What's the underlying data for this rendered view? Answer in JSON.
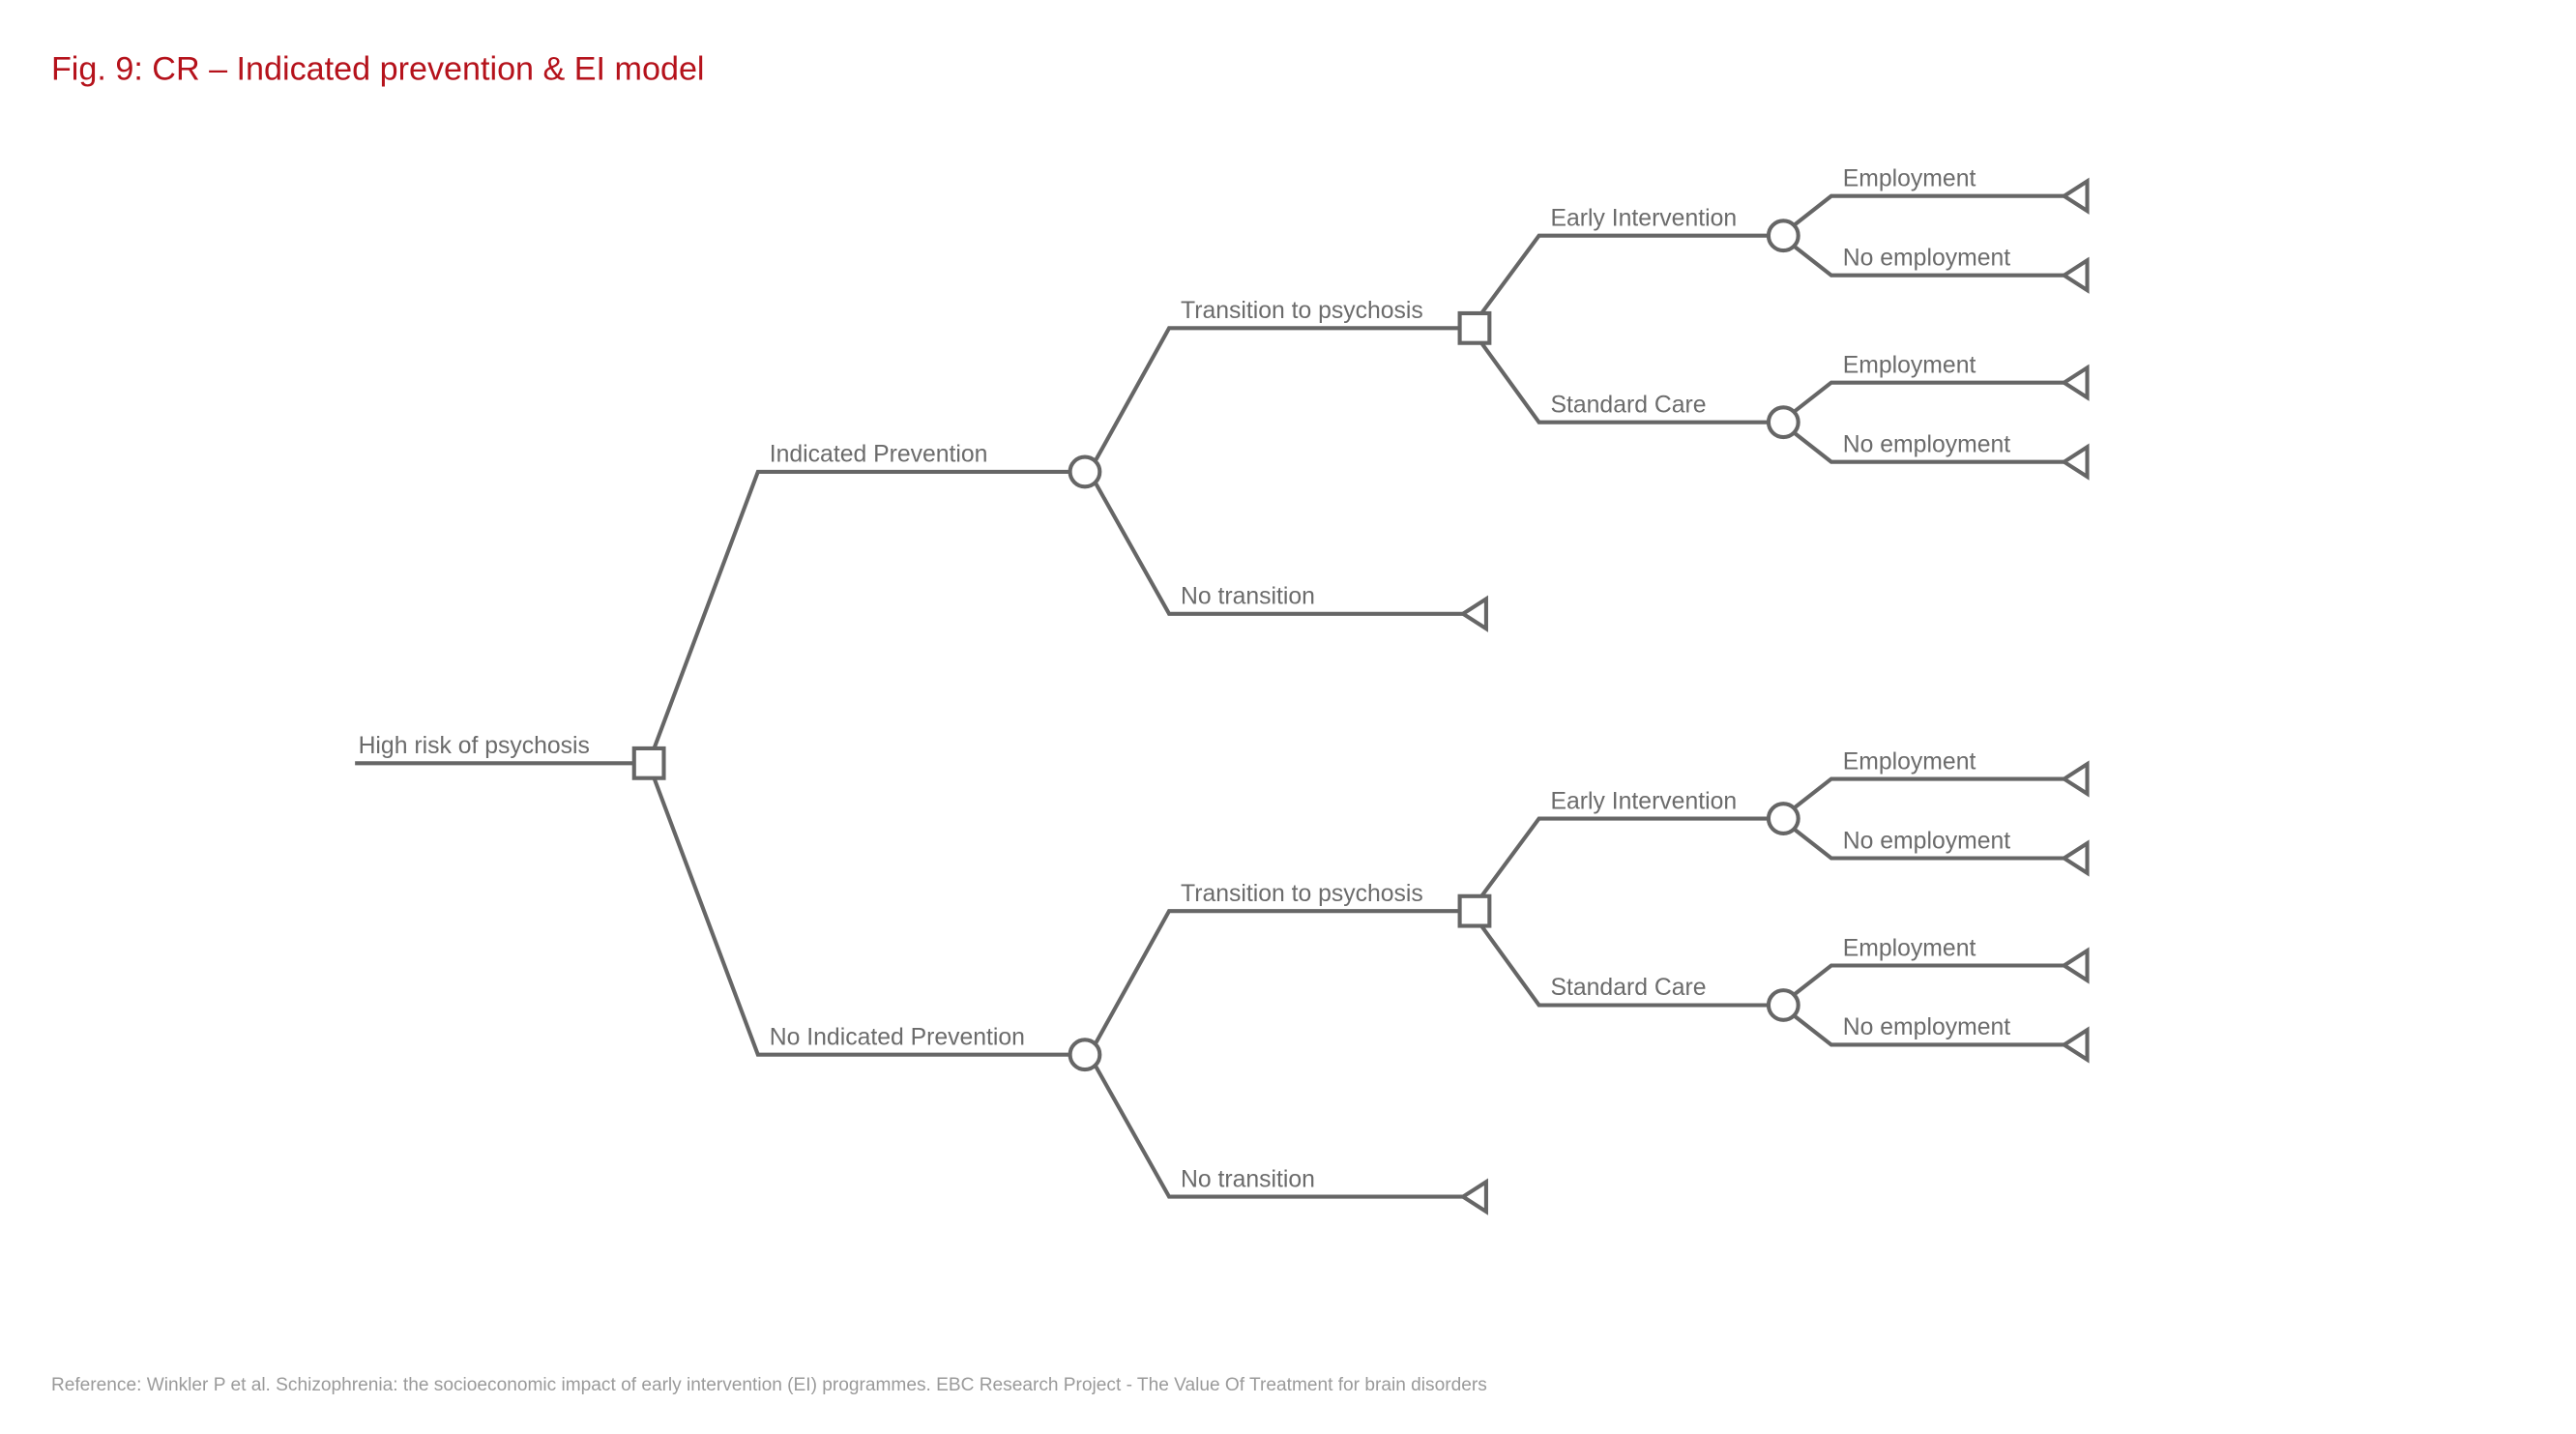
{
  "title": "Fig. 9: CR – Indicated prevention & EI model",
  "reference": "Reference: Winkler P et al. Schizophrenia: the socioeconomic impact of early intervention (EI) programmes. EBC Research Project - The Value Of Treatment for brain disorders",
  "colors": {
    "title": "#b5121b",
    "line": "#666666",
    "text": "#6b6b6b",
    "reference": "#9a9a9a"
  },
  "tree": {
    "label": "High risk of psychosis",
    "node": "decision",
    "children": [
      {
        "label": "Indicated Prevention",
        "node": "chance",
        "children": [
          {
            "label": "Transition to psychosis",
            "node": "decision",
            "children": [
              {
                "label": "Early Intervention",
                "node": "chance",
                "children": [
                  {
                    "label": "Employment",
                    "node": "terminal"
                  },
                  {
                    "label": "No employment",
                    "node": "terminal"
                  }
                ]
              },
              {
                "label": "Standard Care",
                "node": "chance",
                "children": [
                  {
                    "label": "Employment",
                    "node": "terminal"
                  },
                  {
                    "label": "No employment",
                    "node": "terminal"
                  }
                ]
              }
            ]
          },
          {
            "label": "No transition",
            "node": "terminal"
          }
        ]
      },
      {
        "label": "No Indicated Prevention",
        "node": "chance",
        "children": [
          {
            "label": "Transition to psychosis",
            "node": "decision",
            "children": [
              {
                "label": "Early Intervention",
                "node": "chance",
                "children": [
                  {
                    "label": "Employment",
                    "node": "terminal"
                  },
                  {
                    "label": "No employment",
                    "node": "terminal"
                  }
                ]
              },
              {
                "label": "Standard Care",
                "node": "chance",
                "children": [
                  {
                    "label": "Employment",
                    "node": "terminal"
                  },
                  {
                    "label": "No employment",
                    "node": "terminal"
                  }
                ]
              }
            ]
          },
          {
            "label": "No transition",
            "node": "terminal"
          }
        ]
      }
    ]
  }
}
